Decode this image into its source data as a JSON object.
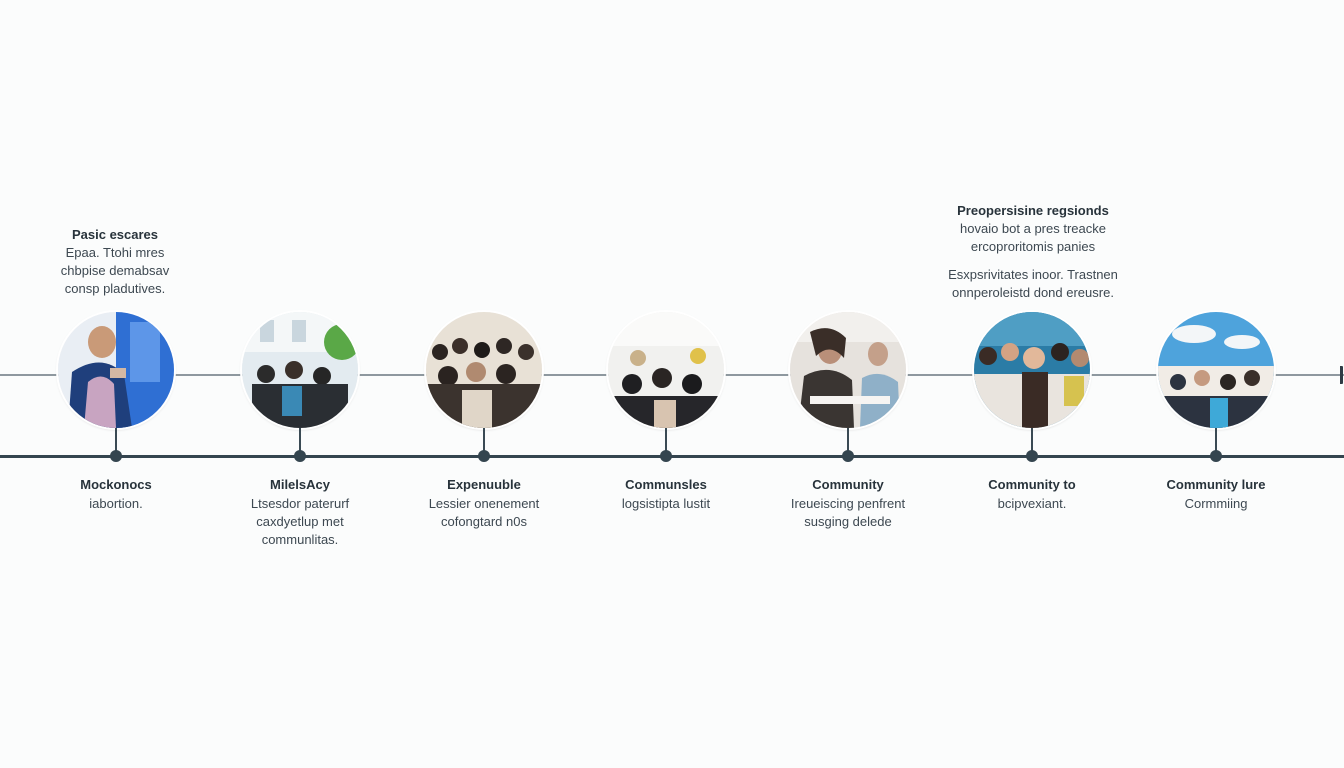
{
  "top_notes": [
    {
      "title": "Pasic escares",
      "lines": [
        "Epaa. Ttohi mres",
        "chbpise demabsav",
        "consp pladutives."
      ]
    },
    {
      "title": "Preopersisine regsionds",
      "lines": [
        "hovaio bot a pres treacke",
        "ercoproritomis panies"
      ],
      "lines2": [
        "Esxpsrivitates inoor. Trastnen",
        "onnperoleistd dond ereusre."
      ]
    }
  ],
  "milestones": [
    {
      "title": "Mockonocs",
      "lines": [
        "iabortion."
      ],
      "colors": [
        "#1d4f9a",
        "#c9a7c0",
        "#2e6fd8"
      ]
    },
    {
      "title": "MilelsAcy",
      "lines": [
        "Ltsesdor paterurf",
        "caxdyetlup met",
        "communlitas."
      ],
      "colors": [
        "#dfe8ee",
        "#2a2a2a",
        "#57a645"
      ]
    },
    {
      "title": "Expenuuble",
      "lines": [
        "Lessier onenement",
        "cofongtard n0s"
      ],
      "colors": [
        "#ece6dc",
        "#2b2421",
        "#8a7462"
      ]
    },
    {
      "title": "Communsles",
      "lines": [
        "logsistipta lustit"
      ],
      "colors": [
        "#f1f1ef",
        "#1f1f22",
        "#c9b18a"
      ]
    },
    {
      "title": "Community",
      "lines": [
        "Ireueiscing penfrent",
        "susging delede"
      ],
      "colors": [
        "#e6e2dd",
        "#3a3532",
        "#b98f79"
      ]
    },
    {
      "title": "Community to",
      "lines": [
        "bcipvexiant."
      ],
      "colors": [
        "#2b7ca6",
        "#e9e4de",
        "#3a2b25"
      ]
    },
    {
      "title": "Community lure",
      "lines": [
        "Cormmiing"
      ],
      "colors": [
        "#4ea3dc",
        "#f3f6f8",
        "#2c3340"
      ]
    }
  ]
}
